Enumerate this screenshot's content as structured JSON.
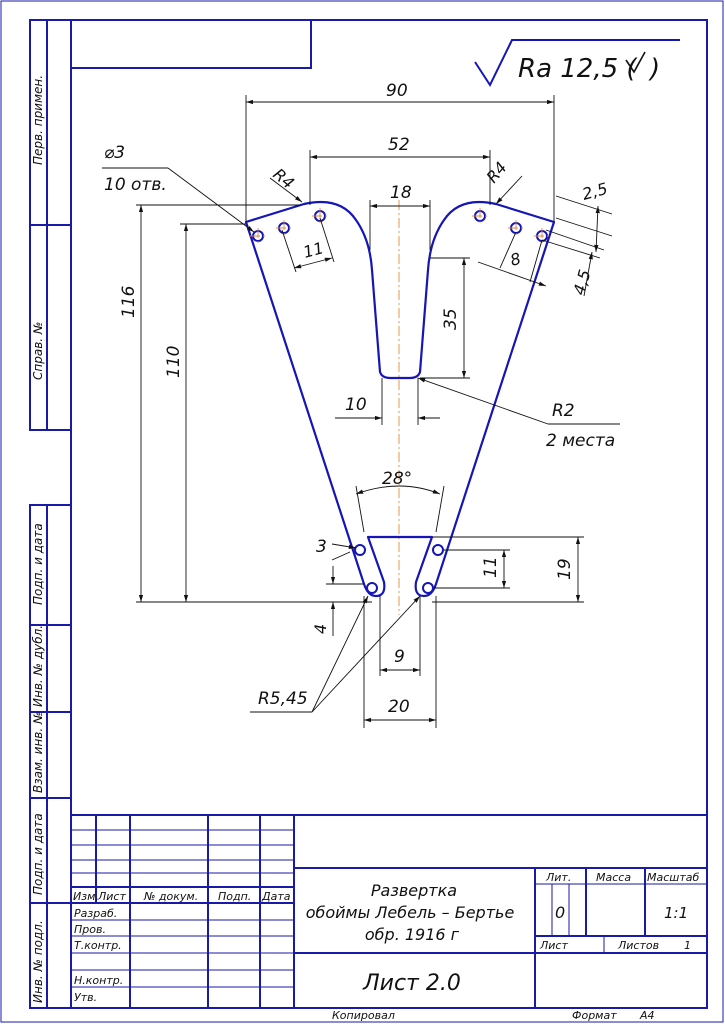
{
  "roughness": {
    "symbol_text": "Ra 12,5 (",
    "tail": ")"
  },
  "dims": {
    "d90": "90",
    "d52": "52",
    "d18": "18",
    "d2_5": "2,5",
    "d4_5": "4,5",
    "d11_top": "11",
    "d8": "8",
    "d35": "35",
    "d10": "10",
    "d116": "116",
    "d110": "110",
    "r4_left": "R4",
    "r4_right": "R4",
    "phi3": "⌀3",
    "holes": "10 отв.",
    "r2": "R2",
    "r2_places": "2 места",
    "angle28": "28°",
    "d3": "3",
    "d11_bottom": "11",
    "d19": "19",
    "d4": "4",
    "d9": "9",
    "d20": "20",
    "r5_45": "R5,45"
  },
  "side_stamps": {
    "perv_primen": "Перв. примен.",
    "sprav_no": "Справ. №",
    "podp_data_1": "Подп. и дата",
    "inv_dubl": "Инв. № дубл.",
    "vzam_inv": "Взам. инв. №",
    "podp_data_2": "Подп. и дата",
    "inv_podl": "Инв. № подл."
  },
  "title_block": {
    "headers": {
      "izm": "Изм.",
      "list": "Лист",
      "doc": "№ докум.",
      "podp": "Подп.",
      "data": "Дата"
    },
    "rows": {
      "razrab": "Разраб.",
      "prov": "Пров.",
      "tkontr": "Т.контр.",
      "nkontr": "Н.контр.",
      "utv": "Утв."
    },
    "title_line1": "Развертка",
    "title_line2": "обоймы Лебель – Бертье",
    "title_line3": "обр. 1916 г",
    "lit_label": "Лит.",
    "massa_label": "Масса",
    "masshtab_label": "Масштаб",
    "lit_value": "0",
    "masshtab_value": "1:1",
    "list_label": "Лист",
    "listov_label": "Листов",
    "listov_value": "1",
    "sheet_name": "Лист 2.0"
  },
  "footer": {
    "kopiroval": "Копировал",
    "format_label": "Формат",
    "format_value": "A4"
  }
}
